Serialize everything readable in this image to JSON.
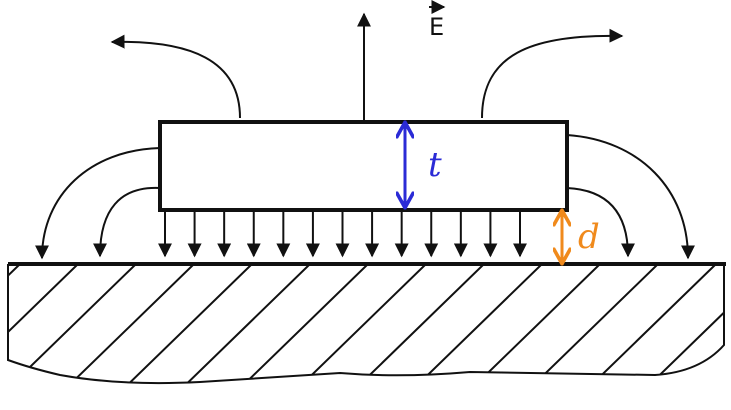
{
  "labels": {
    "field": "E",
    "thickness": "t",
    "gap": "d"
  },
  "colors": {
    "ink": "#111111",
    "thickness_marker": "#2b2bd6",
    "gap_marker": "#f08a1c",
    "background": "#ffffff"
  },
  "field_lines": {
    "downward_arrow_count": 13,
    "fringe_arrows_per_side": 2,
    "upward_arrow_count": 1,
    "curved_top_arrows": 2
  }
}
